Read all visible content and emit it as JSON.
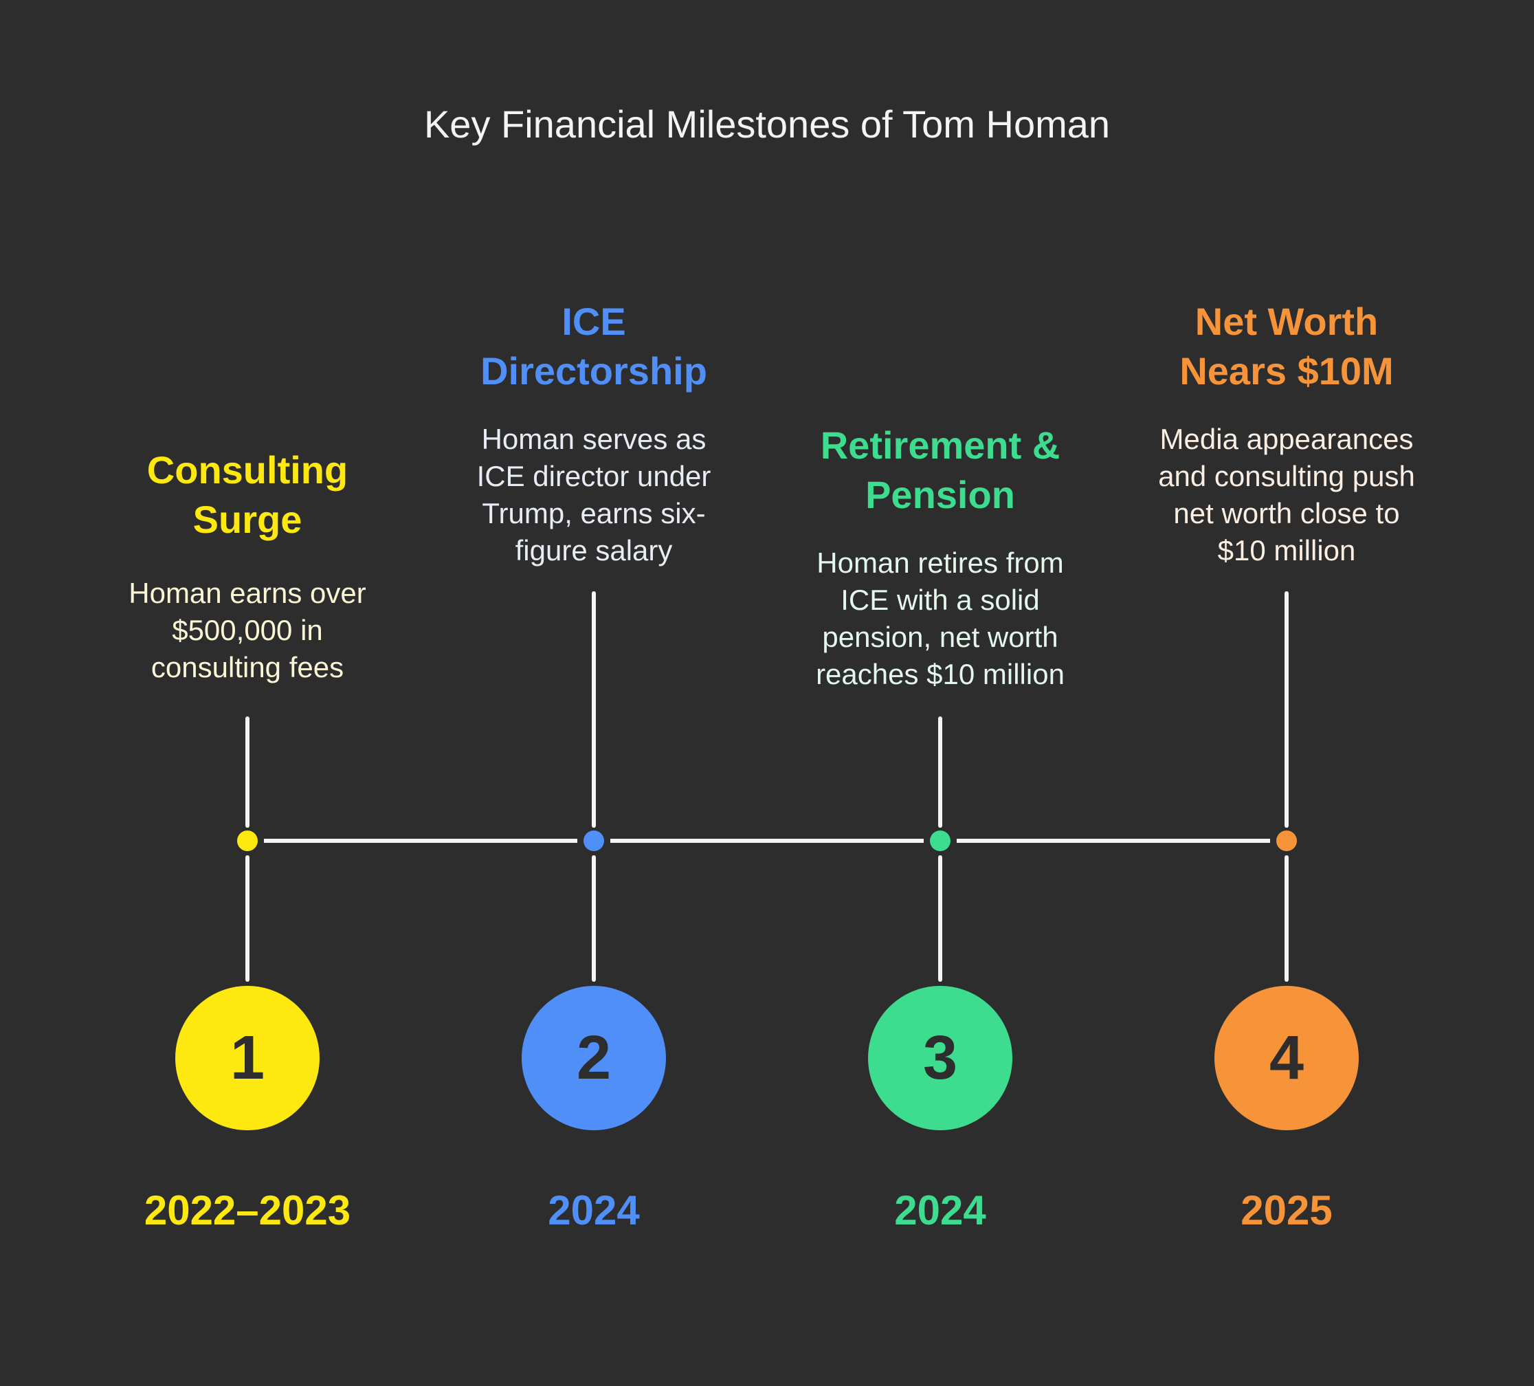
{
  "title": "Key Financial Milestones of Tom Homan",
  "milestones": [
    {
      "number": "1",
      "heading_line1": "Consulting",
      "heading_line2": "Surge",
      "description": [
        "Homan earns over",
        "$500,000 in",
        "consulting fees"
      ],
      "year": "2022–2023",
      "color": "#fde910",
      "desc_color": "#fbf6d6"
    },
    {
      "number": "2",
      "heading_line1": "ICE",
      "heading_line2": "Directorship",
      "description": [
        "Homan serves as",
        "ICE director under",
        "Trump, earns six-",
        "figure salary"
      ],
      "year": "2024",
      "color": "#4f8ff7",
      "desc_color": "#e8ecf4"
    },
    {
      "number": "3",
      "heading_line1": "Retirement &",
      "heading_line2": "Pension",
      "description": [
        "Homan retires from",
        "ICE with a solid",
        "pension, net worth",
        "reaches $10 million"
      ],
      "year": "2024",
      "color": "#3ddc8f",
      "desc_color": "#e3f7ec"
    },
    {
      "number": "4",
      "heading_line1": "Net Worth",
      "heading_line2": "Nears $10M",
      "description": [
        "Media appearances",
        "and consulting push",
        "net worth close to",
        "$10 million"
      ],
      "year": "2025",
      "color": "#f7943a",
      "desc_color": "#fbeee2"
    }
  ],
  "colors": {
    "background": "#2d2d2d",
    "line": "#f4f4f4",
    "number_text": "#2d2d2d"
  }
}
